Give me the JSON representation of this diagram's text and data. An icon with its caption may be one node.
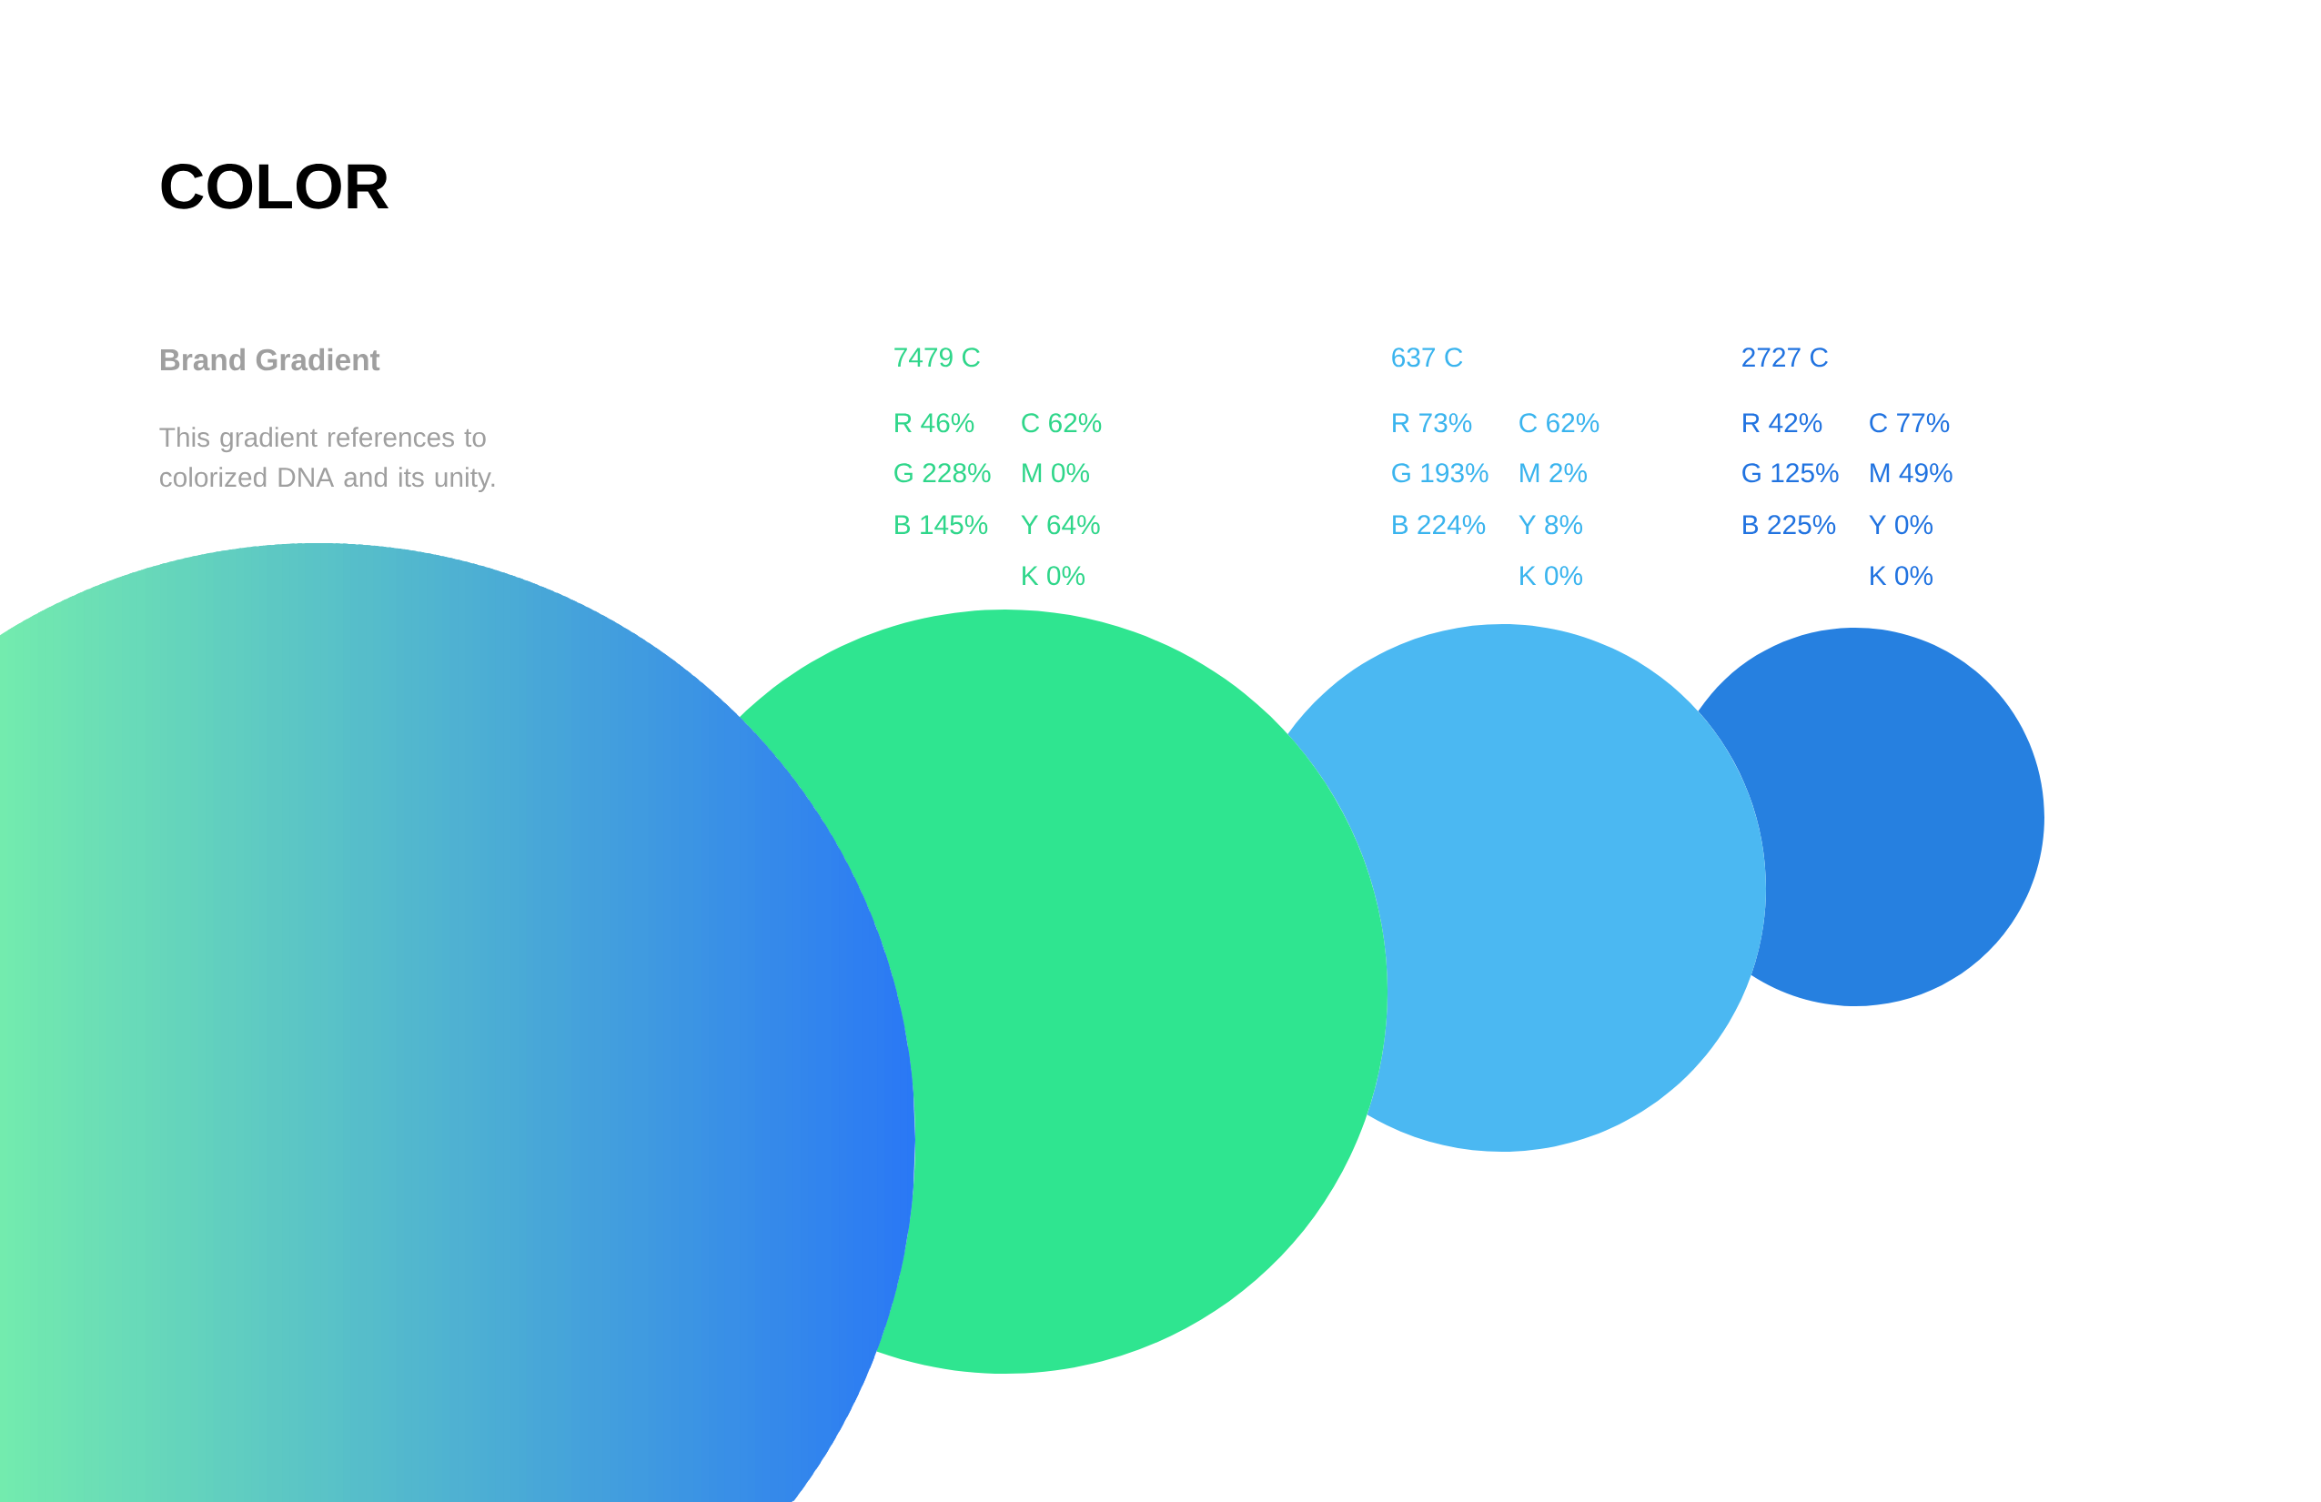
{
  "diagram": {
    "title": "COLOR",
    "nodes": [
      {
        "text": [],
        "shape": "circle"
      },
      {
        "text": [],
        "shape": "circle"
      },
      {
        "text": [],
        "shape": "circle"
      },
      {
        "text": [],
        "shape": "circle"
      }
    ],
    "labels": [
      "Brand Gradient",
      "This gradient references to colorized DNA and its unity.",
      "7479 C",
      "R 46%",
      "C 62%",
      "G 228%",
      "M 0%",
      "B 145%",
      "Y 64%",
      "K 0%",
      "637 C",
      "R 73%",
      "C 62%",
      "G 193%",
      "M 2%",
      "B 224%",
      "Y 8%",
      "K 0%",
      "2727 C",
      "R 42%",
      "C 77%",
      "G 125%",
      "M 49%",
      "B 225%",
      "Y 0%",
      "K 0%"
    ]
  }
}
